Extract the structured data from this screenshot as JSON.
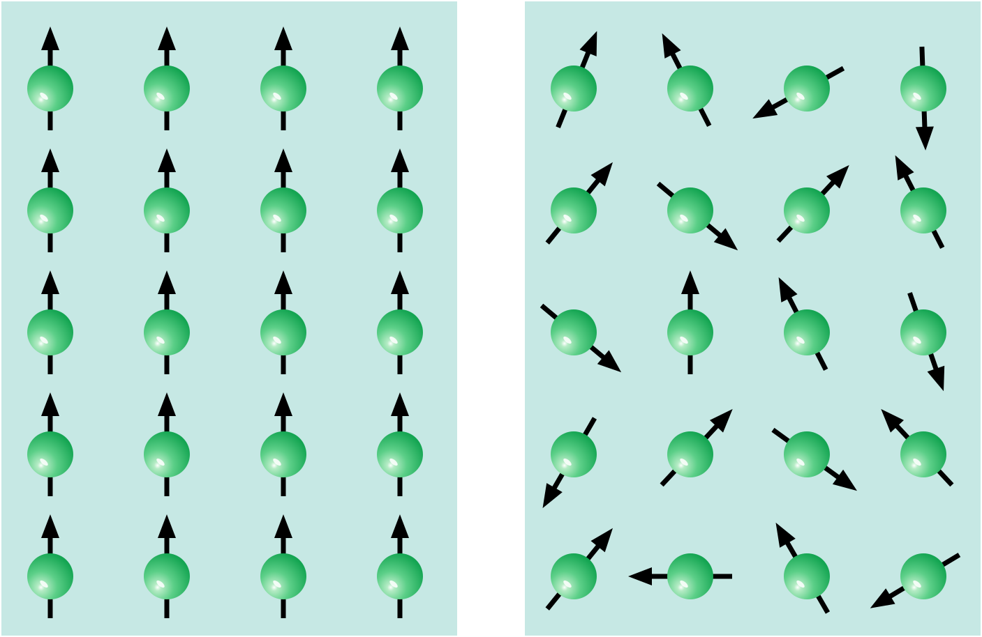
{
  "figure": {
    "colors": {
      "background": "#ffffff",
      "panel": "#c6e8e4",
      "arrow": "#000000",
      "sphere_light": "#b6ecc6",
      "sphere_mid": "#5ccf88",
      "sphere_dark": "#14a552"
    },
    "panels": [
      {
        "name": "ordered-panel",
        "rows": 5,
        "columns": 4,
        "spin_angles_deg": [
          [
            90,
            90,
            90,
            90
          ],
          [
            90,
            90,
            90,
            90
          ],
          [
            90,
            90,
            90,
            90
          ],
          [
            90,
            90,
            90,
            90
          ],
          [
            90,
            90,
            90,
            90
          ]
        ]
      },
      {
        "name": "disordered-panel",
        "rows": 5,
        "columns": 4,
        "spin_angles_deg": [
          [
            68,
            117,
            209,
            272
          ],
          [
            51,
            320,
            47,
            117
          ],
          [
            320,
            90,
            117,
            289
          ],
          [
            240,
            47,
            324,
            133
          ],
          [
            51,
            180,
            120,
            211
          ]
        ]
      }
    ]
  }
}
